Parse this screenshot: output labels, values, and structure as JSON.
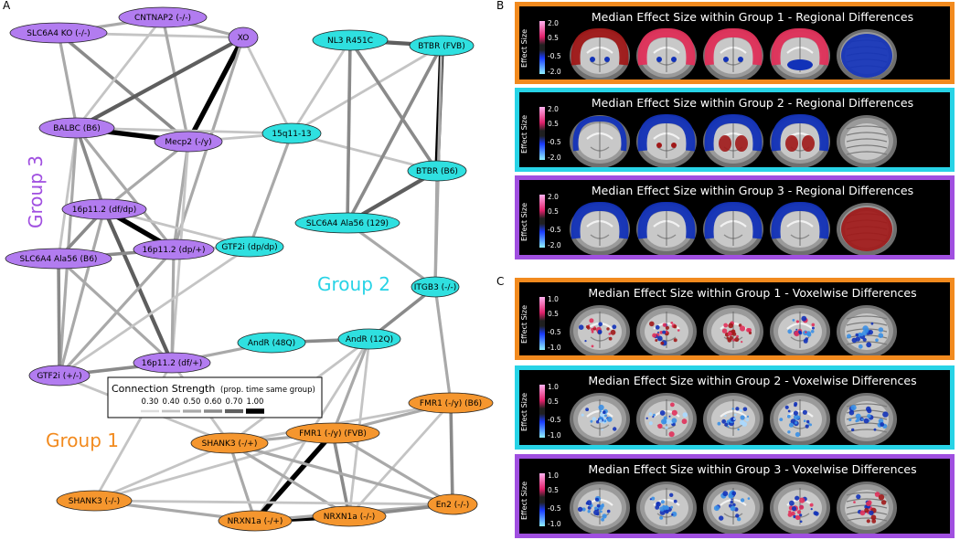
{
  "panel_letters": {
    "a": "A",
    "b": "B",
    "c": "C"
  },
  "network": {
    "group_labels": [
      {
        "id": "g1",
        "text": "Group 1",
        "color": "#f28a1e"
      },
      {
        "id": "g2",
        "text": "Group 2",
        "color": "#27d3e6"
      },
      {
        "id": "g3",
        "text": "Group 3",
        "color": "#a04fe0"
      }
    ],
    "node_colors": {
      "g1": "#f5962e",
      "g2": "#2fe0e0",
      "g3": "#b27cf0"
    },
    "nodes": [
      {
        "id": "cntnap2",
        "label": "CNTNAP2 (-/-)",
        "group": "g3"
      },
      {
        "id": "slc6a4ko",
        "label": "SLC6A4 KO (-/-)",
        "group": "g3"
      },
      {
        "id": "xo",
        "label": "XO",
        "group": "g3"
      },
      {
        "id": "balbc",
        "label": "BALBC (B6)",
        "group": "g3"
      },
      {
        "id": "mecp2",
        "label": "Mecp2 (-/y)",
        "group": "g3"
      },
      {
        "id": "p16dfdp",
        "label": "16p11.2 (df/dp)",
        "group": "g3"
      },
      {
        "id": "p16dp",
        "label": "16p11.2 (dp/+)",
        "group": "g3"
      },
      {
        "id": "slcala56b6",
        "label": "SLC6A4 Ala56 (B6)",
        "group": "g3"
      },
      {
        "id": "p16df",
        "label": "16p11.2 (df/+)",
        "group": "g3"
      },
      {
        "id": "gtf2ipm",
        "label": "GTF2i (+/-)",
        "group": "g3"
      },
      {
        "id": "nl3",
        "label": "NL3 R451C",
        "group": "g2"
      },
      {
        "id": "btbrfvb",
        "label": "BTBR (FVB)",
        "group": "g2"
      },
      {
        "id": "q15",
        "label": "15q11-13",
        "group": "g2"
      },
      {
        "id": "btbrb6",
        "label": "BTBR (B6)",
        "group": "g2"
      },
      {
        "id": "slc129",
        "label": "SLC6A4 Ala56 (129)",
        "group": "g2"
      },
      {
        "id": "gtf2idp",
        "label": "GTF2i (dp/dp)",
        "group": "g2"
      },
      {
        "id": "itgb3",
        "label": "ITGB3 (-/-)",
        "group": "g2"
      },
      {
        "id": "andr48",
        "label": "AndR (48Q)",
        "group": "g2"
      },
      {
        "id": "andr12",
        "label": "AndR (12Q)",
        "group": "g2"
      },
      {
        "id": "fmr1b6",
        "label": "FMR1 (-/y) (B6)",
        "group": "g1"
      },
      {
        "id": "fmr1fvb",
        "label": "FMR1 (-/y) (FVB)",
        "group": "g1"
      },
      {
        "id": "shank3pm",
        "label": "SHANK3 (-/+)",
        "group": "g1"
      },
      {
        "id": "shank3mm",
        "label": "SHANK3 (-/-)",
        "group": "g1"
      },
      {
        "id": "en2",
        "label": "En2 (-/-)",
        "group": "g1"
      },
      {
        "id": "nrxnpm",
        "label": "NRXN1a (-/+)",
        "group": "g1"
      },
      {
        "id": "nrxnmm",
        "label": "NRXN1a (-/-)",
        "group": "g1"
      }
    ],
    "legend": {
      "title": "Connection Strength",
      "subtitle": "(prop. time same group)",
      "levels": [
        "0.30",
        "0.40",
        "0.50",
        "0.60",
        "0.70",
        "1.00"
      ],
      "level_colors": [
        "#dddddd",
        "#c4c4c4",
        "#a9a9a9",
        "#8a8a8a",
        "#5e5e5e",
        "#000000"
      ]
    },
    "edges": [
      [
        "slc6a4ko",
        "cntnap2",
        2
      ],
      [
        "cntnap2",
        "xo",
        2
      ],
      [
        "slc6a4ko",
        "xo",
        1
      ],
      [
        "slc6a4ko",
        "balbc",
        2
      ],
      [
        "slc6a4ko",
        "mecp2",
        3
      ],
      [
        "cntnap2",
        "balbc",
        1
      ],
      [
        "cntnap2",
        "mecp2",
        2
      ],
      [
        "xo",
        "balbc",
        4
      ],
      [
        "xo",
        "mecp2",
        5
      ],
      [
        "balbc",
        "mecp2",
        5
      ],
      [
        "xo",
        "p16dp",
        2
      ],
      [
        "xo",
        "q15",
        1
      ],
      [
        "balbc",
        "q15",
        1
      ],
      [
        "mecp2",
        "q15",
        1
      ],
      [
        "balbc",
        "p16dfdp",
        3
      ],
      [
        "mecp2",
        "p16dfdp",
        2
      ],
      [
        "balbc",
        "p16dp",
        2
      ],
      [
        "mecp2",
        "p16dp",
        2
      ],
      [
        "balbc",
        "slcala56b6",
        1
      ],
      [
        "balbc",
        "gtf2ipm",
        2
      ],
      [
        "mecp2",
        "p16df",
        1
      ],
      [
        "p16dfdp",
        "p16dp",
        5
      ],
      [
        "p16dfdp",
        "slcala56b6",
        3
      ],
      [
        "p16dfdp",
        "p16df",
        4
      ],
      [
        "p16dfdp",
        "gtf2ipm",
        2
      ],
      [
        "p16dp",
        "slcala56b6",
        3
      ],
      [
        "p16dp",
        "gtf2idp",
        1
      ],
      [
        "p16dp",
        "p16df",
        2
      ],
      [
        "p16dp",
        "gtf2ipm",
        2
      ],
      [
        "slcala56b6",
        "gtf2ipm",
        3
      ],
      [
        "slcala56b6",
        "p16df",
        2
      ],
      [
        "p16df",
        "gtf2ipm",
        3
      ],
      [
        "p16dfdp",
        "gtf2idp",
        1
      ],
      [
        "q15",
        "gtf2idp",
        2
      ],
      [
        "q15",
        "nl3",
        1
      ],
      [
        "q15",
        "btbrb6",
        1
      ],
      [
        "q15",
        "btbrfvb",
        1
      ],
      [
        "nl3",
        "btbrfvb",
        4
      ],
      [
        "nl3",
        "btbrb6",
        3
      ],
      [
        "nl3",
        "slc129",
        3
      ],
      [
        "btbrfvb",
        "btbrb6",
        5
      ],
      [
        "btbrfvb",
        "slc129",
        3
      ],
      [
        "btbrb6",
        "slc129",
        4
      ],
      [
        "btbrfvb",
        "itgb3",
        2
      ],
      [
        "btbrb6",
        "itgb3",
        2
      ],
      [
        "slc129",
        "itgb3",
        2
      ],
      [
        "itgb3",
        "andr12",
        3
      ],
      [
        "itgb3",
        "fmr1b6",
        2
      ],
      [
        "andr48",
        "andr12",
        3
      ],
      [
        "andr48",
        "p16df",
        2
      ],
      [
        "gtf2idp",
        "gtf2ipm",
        1
      ],
      [
        "andr12",
        "fmr1fvb",
        2
      ],
      [
        "andr12",
        "nrxnpm",
        1
      ],
      [
        "andr12",
        "nrxnmm",
        1
      ],
      [
        "andr12",
        "shank3pm",
        1
      ],
      [
        "fmr1b6",
        "fmr1fvb",
        2
      ],
      [
        "fmr1b6",
        "en2",
        3
      ],
      [
        "fmr1b6",
        "nrxnmm",
        1
      ],
      [
        "fmr1b6",
        "shank3pm",
        1
      ],
      [
        "fmr1fvb",
        "shank3pm",
        2
      ],
      [
        "fmr1fvb",
        "nrxnpm",
        5
      ],
      [
        "fmr1fvb",
        "nrxnmm",
        3
      ],
      [
        "fmr1fvb",
        "en2",
        2
      ],
      [
        "fmr1fvb",
        "shank3mm",
        1
      ],
      [
        "shank3pm",
        "nrxnpm",
        2
      ],
      [
        "shank3pm",
        "nrxnmm",
        2
      ],
      [
        "shank3pm",
        "en2",
        2
      ],
      [
        "shank3pm",
        "shank3mm",
        1
      ],
      [
        "shank3mm",
        "nrxnpm",
        2
      ],
      [
        "shank3mm",
        "en2",
        1
      ],
      [
        "nrxnpm",
        "nrxnmm",
        5
      ],
      [
        "nrxnpm",
        "en2",
        2
      ],
      [
        "nrxnmm",
        "en2",
        3
      ],
      [
        "p16df",
        "shank3pm",
        1
      ],
      [
        "gtf2ipm",
        "shank3pm",
        1
      ],
      [
        "shank3mm",
        "p16df",
        1
      ]
    ]
  },
  "brain_panels": [
    {
      "id": "b1",
      "title": "Median Effect Size within Group 1 - Regional Differences",
      "color": "#f28a1e",
      "cbar_label": "Effect Size",
      "ticks": [
        "2.0",
        "0.5",
        "-0.5",
        "-2.0"
      ],
      "style": "regional",
      "pattern": "g1"
    },
    {
      "id": "b2",
      "title": "Median Effect Size within Group 2 - Regional Differences",
      "color": "#27d3e6",
      "cbar_label": "Effect Size",
      "ticks": [
        "2.0",
        "0.5",
        "-0.5",
        "-2.0"
      ],
      "style": "regional",
      "pattern": "g2"
    },
    {
      "id": "b3",
      "title": "Median Effect Size within Group 3 - Regional Differences",
      "color": "#a04fe0",
      "cbar_label": "Effect Size",
      "ticks": [
        "2.0",
        "0.5",
        "-0.5",
        "-2.0"
      ],
      "style": "regional",
      "pattern": "g3"
    },
    {
      "id": "c1",
      "title": "Median Effect Size within Group 1 - Voxelwise Differences",
      "color": "#f28a1e",
      "cbar_label": "Effect Size",
      "ticks": [
        "1.0",
        "0.5",
        "-0.5",
        "-1.0"
      ],
      "style": "voxel",
      "pattern": "g1"
    },
    {
      "id": "c2",
      "title": "Median Effect Size within Group 2 - Voxelwise Differences",
      "color": "#27d3e6",
      "cbar_label": "Effect Size",
      "ticks": [
        "1.0",
        "0.5",
        "-0.5",
        "-1.0"
      ],
      "style": "voxel",
      "pattern": "g2"
    },
    {
      "id": "c3",
      "title": "Median Effect Size within Group 3 - Voxelwise Differences",
      "color": "#a04fe0",
      "cbar_label": "Effect Size",
      "ticks": [
        "1.0",
        "0.5",
        "-0.5",
        "-1.0"
      ],
      "style": "voxel",
      "pattern": "g3"
    }
  ]
}
